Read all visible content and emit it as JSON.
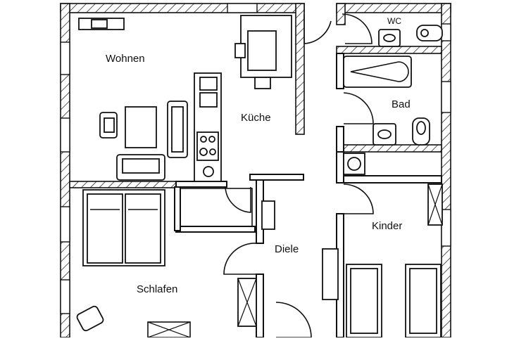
{
  "rooms": {
    "wohnen": "Wohnen",
    "kueche": "Küche",
    "wc": "WC",
    "bad": "Bad",
    "kinder": "Kinder",
    "diele": "Diele",
    "schlafen": "Schlafen"
  }
}
